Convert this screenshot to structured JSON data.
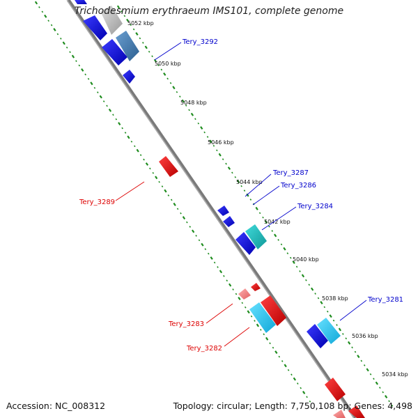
{
  "header": {
    "title": "Trichodesmium erythraeum IMS101, complete genome"
  },
  "footer": {
    "accession": "Accession: NC_008312",
    "summary": "Topology: circular; Length: 7,750,108 bp; Genes: 4,498"
  },
  "colors": {
    "backbone": "#808080",
    "ticks": "#1e8c1e",
    "forward_strong": "#0000e6",
    "forward_cyan": "#22ccee",
    "forward_teal": "#20c0c0",
    "forward_steel": "#4682b4",
    "forward_grey": "#bfbfbf",
    "reverse_strong": "#e60000",
    "reverse_light": "#f08080",
    "forward_label": "#0000cc",
    "reverse_label": "#dd0000"
  },
  "scale_labels": [
    "5052 kbp",
    "5050 kbp",
    "5048 kbp",
    "5046 kbp",
    "5044 kbp",
    "5042 kbp",
    "5040 kbp",
    "5038 kbp",
    "5036 kbp",
    "5034 kbp"
  ],
  "gene_labels": [
    {
      "text": "Tery_3292",
      "strand": "forward"
    },
    {
      "text": "Tery_3287",
      "strand": "forward"
    },
    {
      "text": "Tery_3286",
      "strand": "forward"
    },
    {
      "text": "Tery_3284",
      "strand": "forward"
    },
    {
      "text": "Tery_3281",
      "strand": "forward"
    },
    {
      "text": "Tery_3289",
      "strand": "reverse"
    },
    {
      "text": "Tery_3283",
      "strand": "reverse"
    },
    {
      "text": "Tery_3282",
      "strand": "reverse"
    }
  ]
}
